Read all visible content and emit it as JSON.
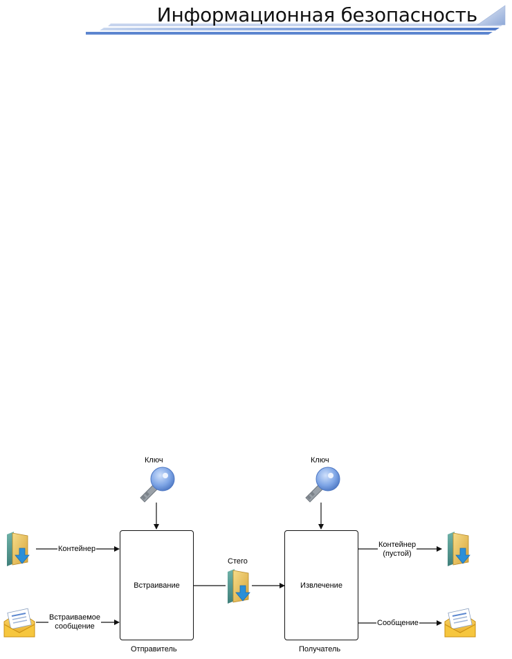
{
  "header": {
    "title": "Информационная безопасность"
  },
  "diagram": {
    "sender": {
      "key_label": "Ключ",
      "container_label": "Контейнер",
      "message_label": "Встраиваемое\nсообщение",
      "process_label": "Встраивание",
      "role_label": "Отправитель"
    },
    "channel": {
      "stego_label": "Стего"
    },
    "receiver": {
      "key_label": "Ключ",
      "container_label": "Контейнер\n(пустой)",
      "message_label": "Сообщение",
      "process_label": "Извлечение",
      "role_label": "Получатель"
    },
    "icons": {
      "key": "key-icon",
      "folder": "folder-download-icon",
      "envelope": "envelope-letter-icon"
    },
    "colors": {
      "key": "#7fa6e6",
      "folder": "#e8c35a",
      "folder_arrow": "#2b8fd8",
      "envelope": "#f2c53a",
      "header_band": "#6b93d6"
    }
  }
}
